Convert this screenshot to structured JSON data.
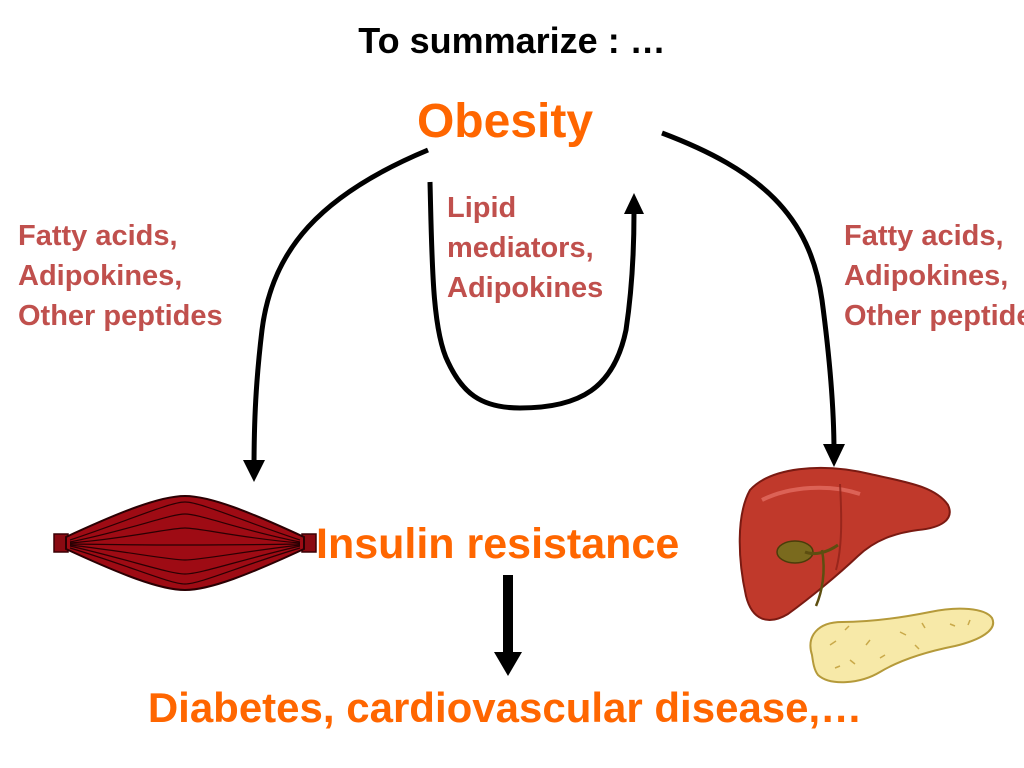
{
  "title": "To summarize : …",
  "nodes": {
    "obesity": "Obesity",
    "insulin_resistance": "Insulin resistance",
    "outcome": "Diabetes, cardiovascular disease,…"
  },
  "mediators": {
    "left": [
      "Fatty acids,",
      "Adipokines,",
      "Other peptides"
    ],
    "center": [
      "Lipid",
      "mediators,",
      "Adipokines"
    ],
    "right": [
      "Fatty acids,",
      "Adipokines,",
      "Other peptides"
    ]
  },
  "colors": {
    "accent_orange": "#ff6600",
    "mediator_red": "#c0504d",
    "arrow": "#000000",
    "muscle": "#9e0b14",
    "liver": "#c0392b",
    "pancreas": "#f7e9a8"
  },
  "icons": [
    "muscle-illustration",
    "liver-illustration",
    "pancreas-illustration"
  ]
}
